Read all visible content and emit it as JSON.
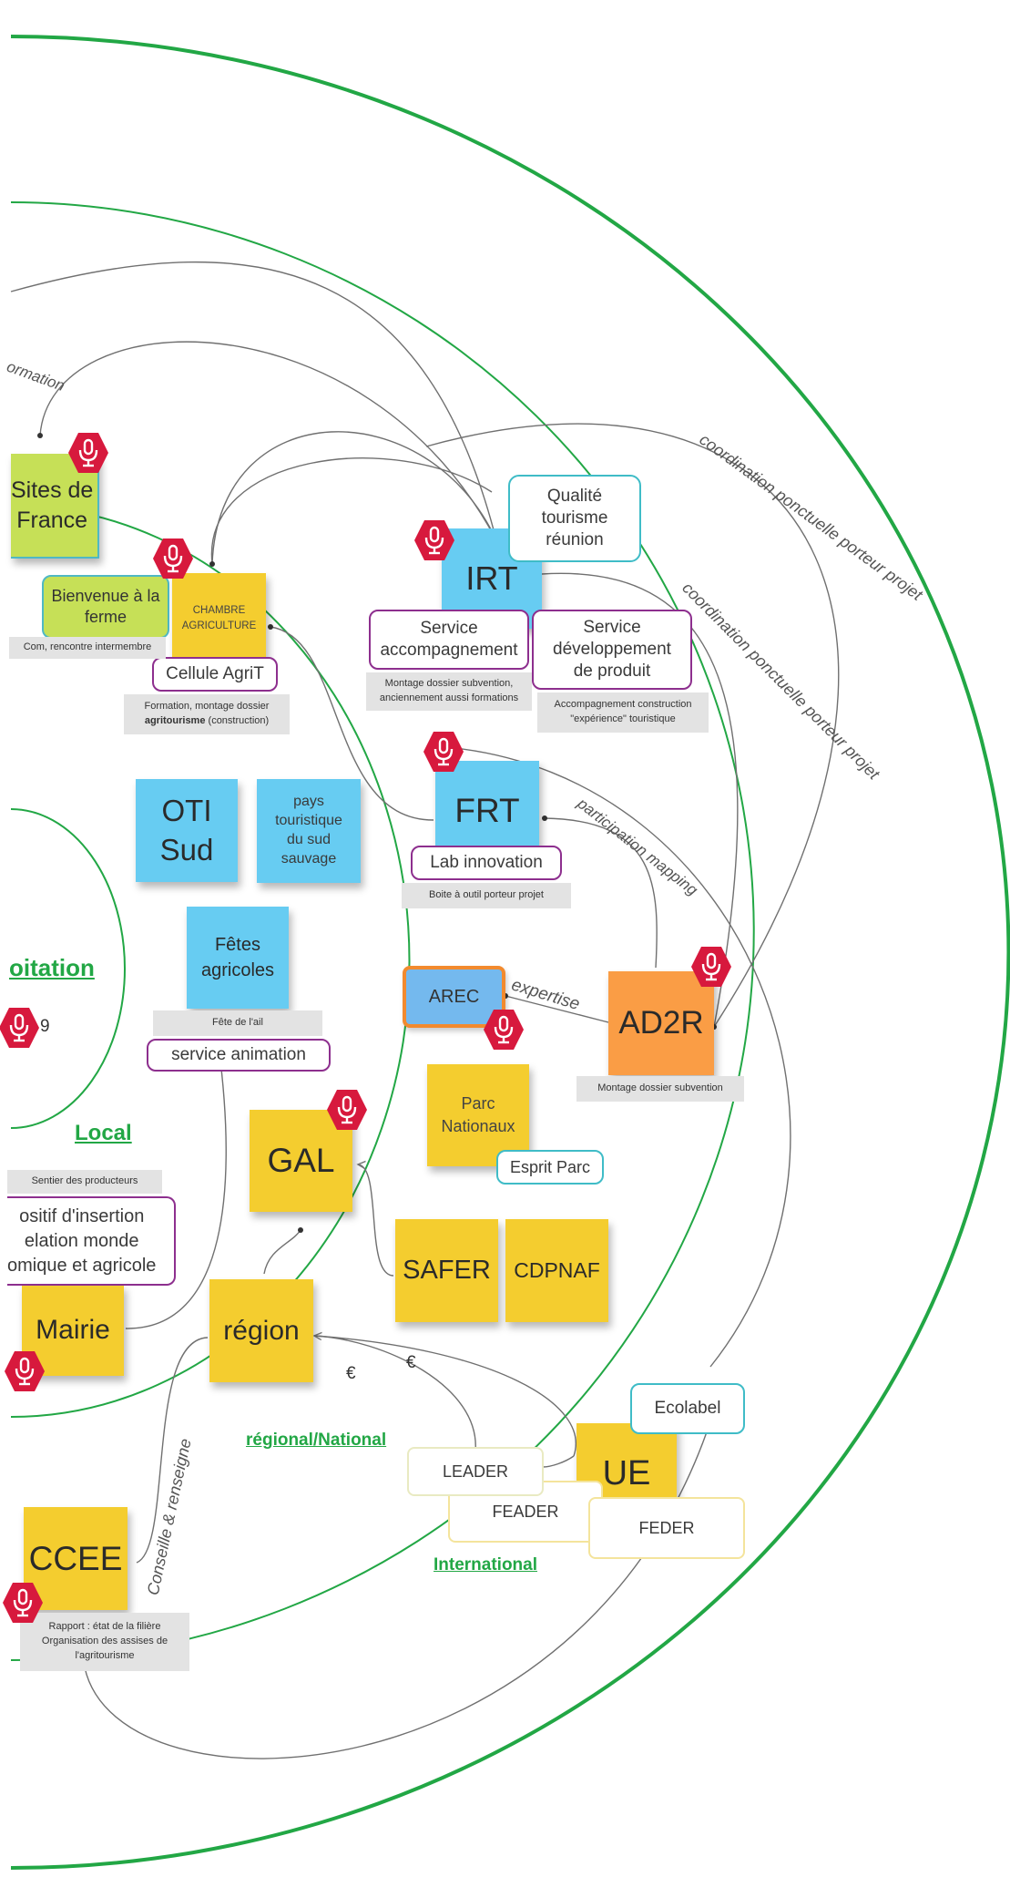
{
  "diagram": {
    "zones": {
      "exploitation": "oitation",
      "local": "Local",
      "regional_national": "régional/National",
      "international": "International"
    },
    "edge_labels": {
      "formation": "ormation",
      "coordination_1": "coordination ponctuelle porteur projet",
      "coordination_2": "coordination ponctuelle porteur projet",
      "participation": "participation mapping",
      "expertise": "expertise",
      "conseille": "Conseille & renseigne",
      "euro_1": "€",
      "euro_2": "€"
    },
    "nodes": {
      "sites_de_france": "Sites de\nFrance",
      "bienvenue": "Bienvenue à la\nferme",
      "chambre": "CHAMBRE\nAGRICULTURE",
      "irt": "IRT",
      "qualite": "Qualité\ntourisme\nréunion",
      "oti_sud": "OTI\nSud",
      "pays_touristique": "pays\ntouristique\ndu sud\nsauvage",
      "frt": "FRT",
      "fetes_agricoles": "Fêtes\nagricoles",
      "arec": "AREC",
      "ad2r": "AD2R",
      "parc": "Parc\nNationaux",
      "gal": "GAL",
      "safer": "SAFER",
      "cdpnaf": "CDPNAF",
      "mairie": "Mairie",
      "region": "région",
      "ue": "UE",
      "ccee": "CCEE",
      "partial_count": "9"
    },
    "tags": {
      "cellule_agrit": "Cellule AgriT",
      "service_accompagnement": "Service\naccompagnement",
      "service_developpement": "Service\ndéveloppement\nde produit",
      "lab_innovation": "Lab innovation",
      "service_animation": "service animation",
      "esprit_parc": "Esprit Parc",
      "dispositif": "ositif d'insertion\nelation monde\nomique et agricole",
      "ecolabel": "Ecolabel",
      "leader": "LEADER",
      "feader": "FEADER",
      "feder": "FEDER"
    },
    "notes": {
      "com_rencontre": "Com, rencontre intermembre",
      "formation_montage_1": "Formation, montage dossier",
      "formation_montage_bold": "agritourisme",
      "formation_montage_2": " (construction)",
      "montage_subvention_formations": "Montage dossier subvention,\nanciennement aussi formations",
      "accompagnement_construction": "Accompagnement construction\n\"expérience\" touristique",
      "boite_outil": "Boite à outil porteur projet",
      "fete_ail": "Fête de l'ail",
      "montage_subvention": "Montage dossier subvention",
      "sentier": "Sentier des producteurs",
      "rapport": "Rapport : état de la filière\nOrganisation des assises de\nl'agritourisme"
    },
    "colors": {
      "ring_green": "#22a745",
      "sticky_yellow": "#f4cd2f",
      "sticky_blue": "#67ccf2",
      "sticky_orange": "#fa9d45",
      "sticky_green": "#c6e057",
      "sticky_lightblue": "#74b9ee",
      "border_purple": "#8d2f8e",
      "border_teal": "#3fbcc7",
      "mic_red": "#d7193d"
    },
    "icons": [
      "microphone-icon"
    ]
  }
}
